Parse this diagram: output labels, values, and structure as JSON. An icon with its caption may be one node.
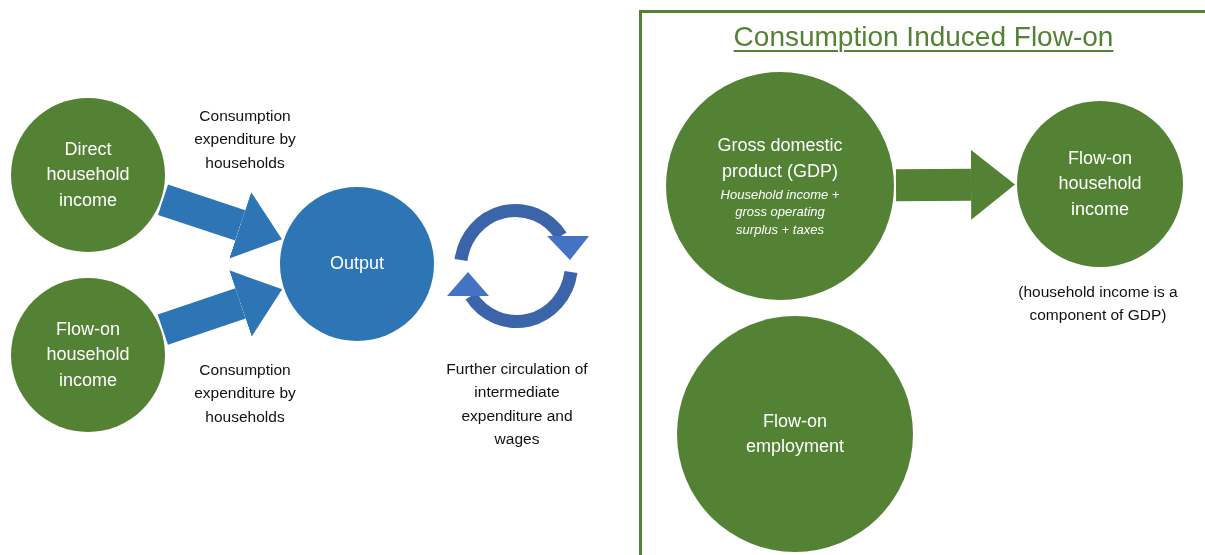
{
  "diagram": {
    "nodes": [
      {
        "text": [
          "Direct household income"
        ]
      },
      {
        "text": [
          "Flow-on household income"
        ]
      },
      {
        "text": [
          "Output"
        ]
      },
      {
        "text": [
          "Consumption Induced Flow-on"
        ]
      },
      {
        "text": [
          "Gross domestic product (GDP)",
          "Household income + gross operating surplus + taxes"
        ],
        "in": 3
      },
      {
        "text": [
          "Flow-on household income"
        ],
        "in": 3,
        "beside": [
          "(household income is a component of GDP)"
        ]
      },
      {
        "text": [
          "Flow-on employment"
        ],
        "in": 3
      }
    ],
    "edges": [
      {
        "from": 0,
        "to": 2,
        "arrow": "to",
        "label": "Consumption expenditure by households"
      },
      {
        "from": 1,
        "to": 2,
        "arrow": "to",
        "label": "Consumption expenditure by households"
      },
      {
        "from": 4,
        "to": 5,
        "arrow": "to",
        "color": "#548235"
      }
    ],
    "labels": [
      "Further circulation of intermediate expenditure and wages"
    ]
  }
}
